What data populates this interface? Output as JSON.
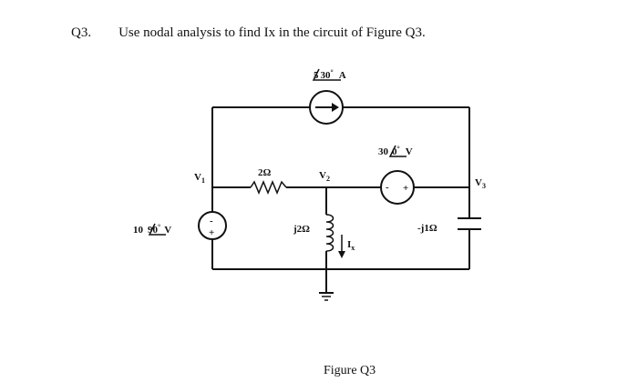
{
  "question": {
    "number": "Q3.",
    "text": "Use nodal analysis to find  Ix  in the circuit of Figure Q3."
  },
  "labels": {
    "current_source": {
      "magnitude": "5",
      "angle": "30",
      "degree": "°",
      "unit": "A"
    },
    "voltage_source_right": {
      "magnitude": "30",
      "angle": "0",
      "degree": "°",
      "unit": "V"
    },
    "voltage_source_left": {
      "magnitude": "10",
      "angle": "90",
      "degree": "°",
      "unit": "V"
    },
    "resistor": "2Ω",
    "inductor": "j2Ω",
    "capacitor": "-j1Ω",
    "node_v1": "V",
    "node_v1_sub": "1",
    "node_v2": "V",
    "node_v2_sub": "2",
    "node_v3": "V",
    "node_v3_sub": "3",
    "ix": "I",
    "ix_sub": "x",
    "minus": "-",
    "plus": "+"
  },
  "caption": "Figure Q3"
}
